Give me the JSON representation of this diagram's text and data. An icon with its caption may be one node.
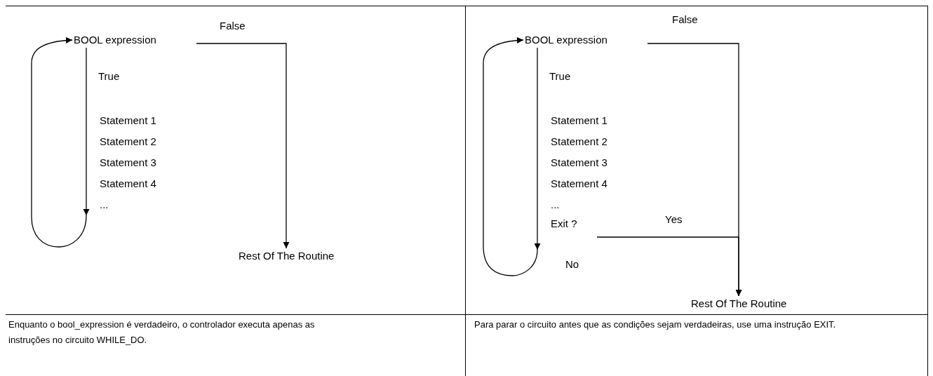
{
  "diagram": {
    "nodes": [
      {
        "text": [
          "BOOL expression"
        ]
      },
      {
        "text": [
          "Statement 1",
          "Statement 2",
          "Statement 3",
          "Statement 4",
          "..."
        ]
      },
      {
        "text": [
          "Rest Of The Routine"
        ]
      },
      {
        "text": [
          "BOOL expression"
        ]
      },
      {
        "text": [
          "Statement 1",
          "Statement 2",
          "Statement 3",
          "Statement 4",
          "..."
        ]
      },
      {
        "text": [
          "Exit ?"
        ]
      },
      {
        "text": [
          "Rest Of The Routine"
        ]
      }
    ],
    "edges": [
      {
        "from": 0,
        "to": 1,
        "arrow": "to",
        "label": "True"
      },
      {
        "from": 1,
        "to": 0,
        "arrow": "to"
      },
      {
        "from": 0,
        "to": 2,
        "arrow": "to",
        "label": "False"
      },
      {
        "from": 3,
        "to": 5,
        "arrow": "to",
        "label": "True"
      },
      {
        "from": 5,
        "to": 3,
        "arrow": "to",
        "label": "No"
      },
      {
        "from": 3,
        "to": 6,
        "arrow": "to",
        "label": "False"
      },
      {
        "from": 5,
        "to": 6,
        "arrow": "to",
        "label": "Yes"
      }
    ],
    "labels": [
      "Enquanto o bool_expression é verdadeiro, o controlador executa apenas as instruções no circuito WHILE_DO.",
      "Para parar o circuito antes que as condições sejam verdadeiras, use uma instrução EXIT."
    ]
  }
}
